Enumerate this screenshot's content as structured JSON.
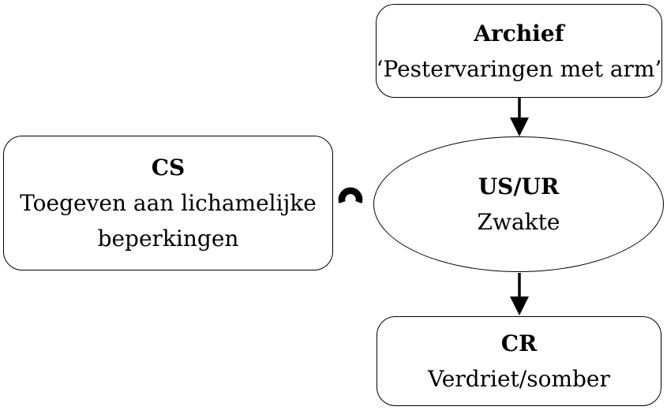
{
  "diagram": {
    "nodes": {
      "archief": {
        "title": "Archief",
        "subtitle": "‘Pestervaringen met arm’"
      },
      "cs": {
        "title": "CS",
        "subtitle": "Toegeven aan lichamelijke beperkingen"
      },
      "usur": {
        "title": "US/UR",
        "subtitle": "Zwakte"
      },
      "cr": {
        "title": "CR",
        "subtitle": "Verdriet/somber"
      }
    },
    "colors": {
      "line": "#000000",
      "text": "#000000",
      "background": "#ffffff"
    }
  }
}
